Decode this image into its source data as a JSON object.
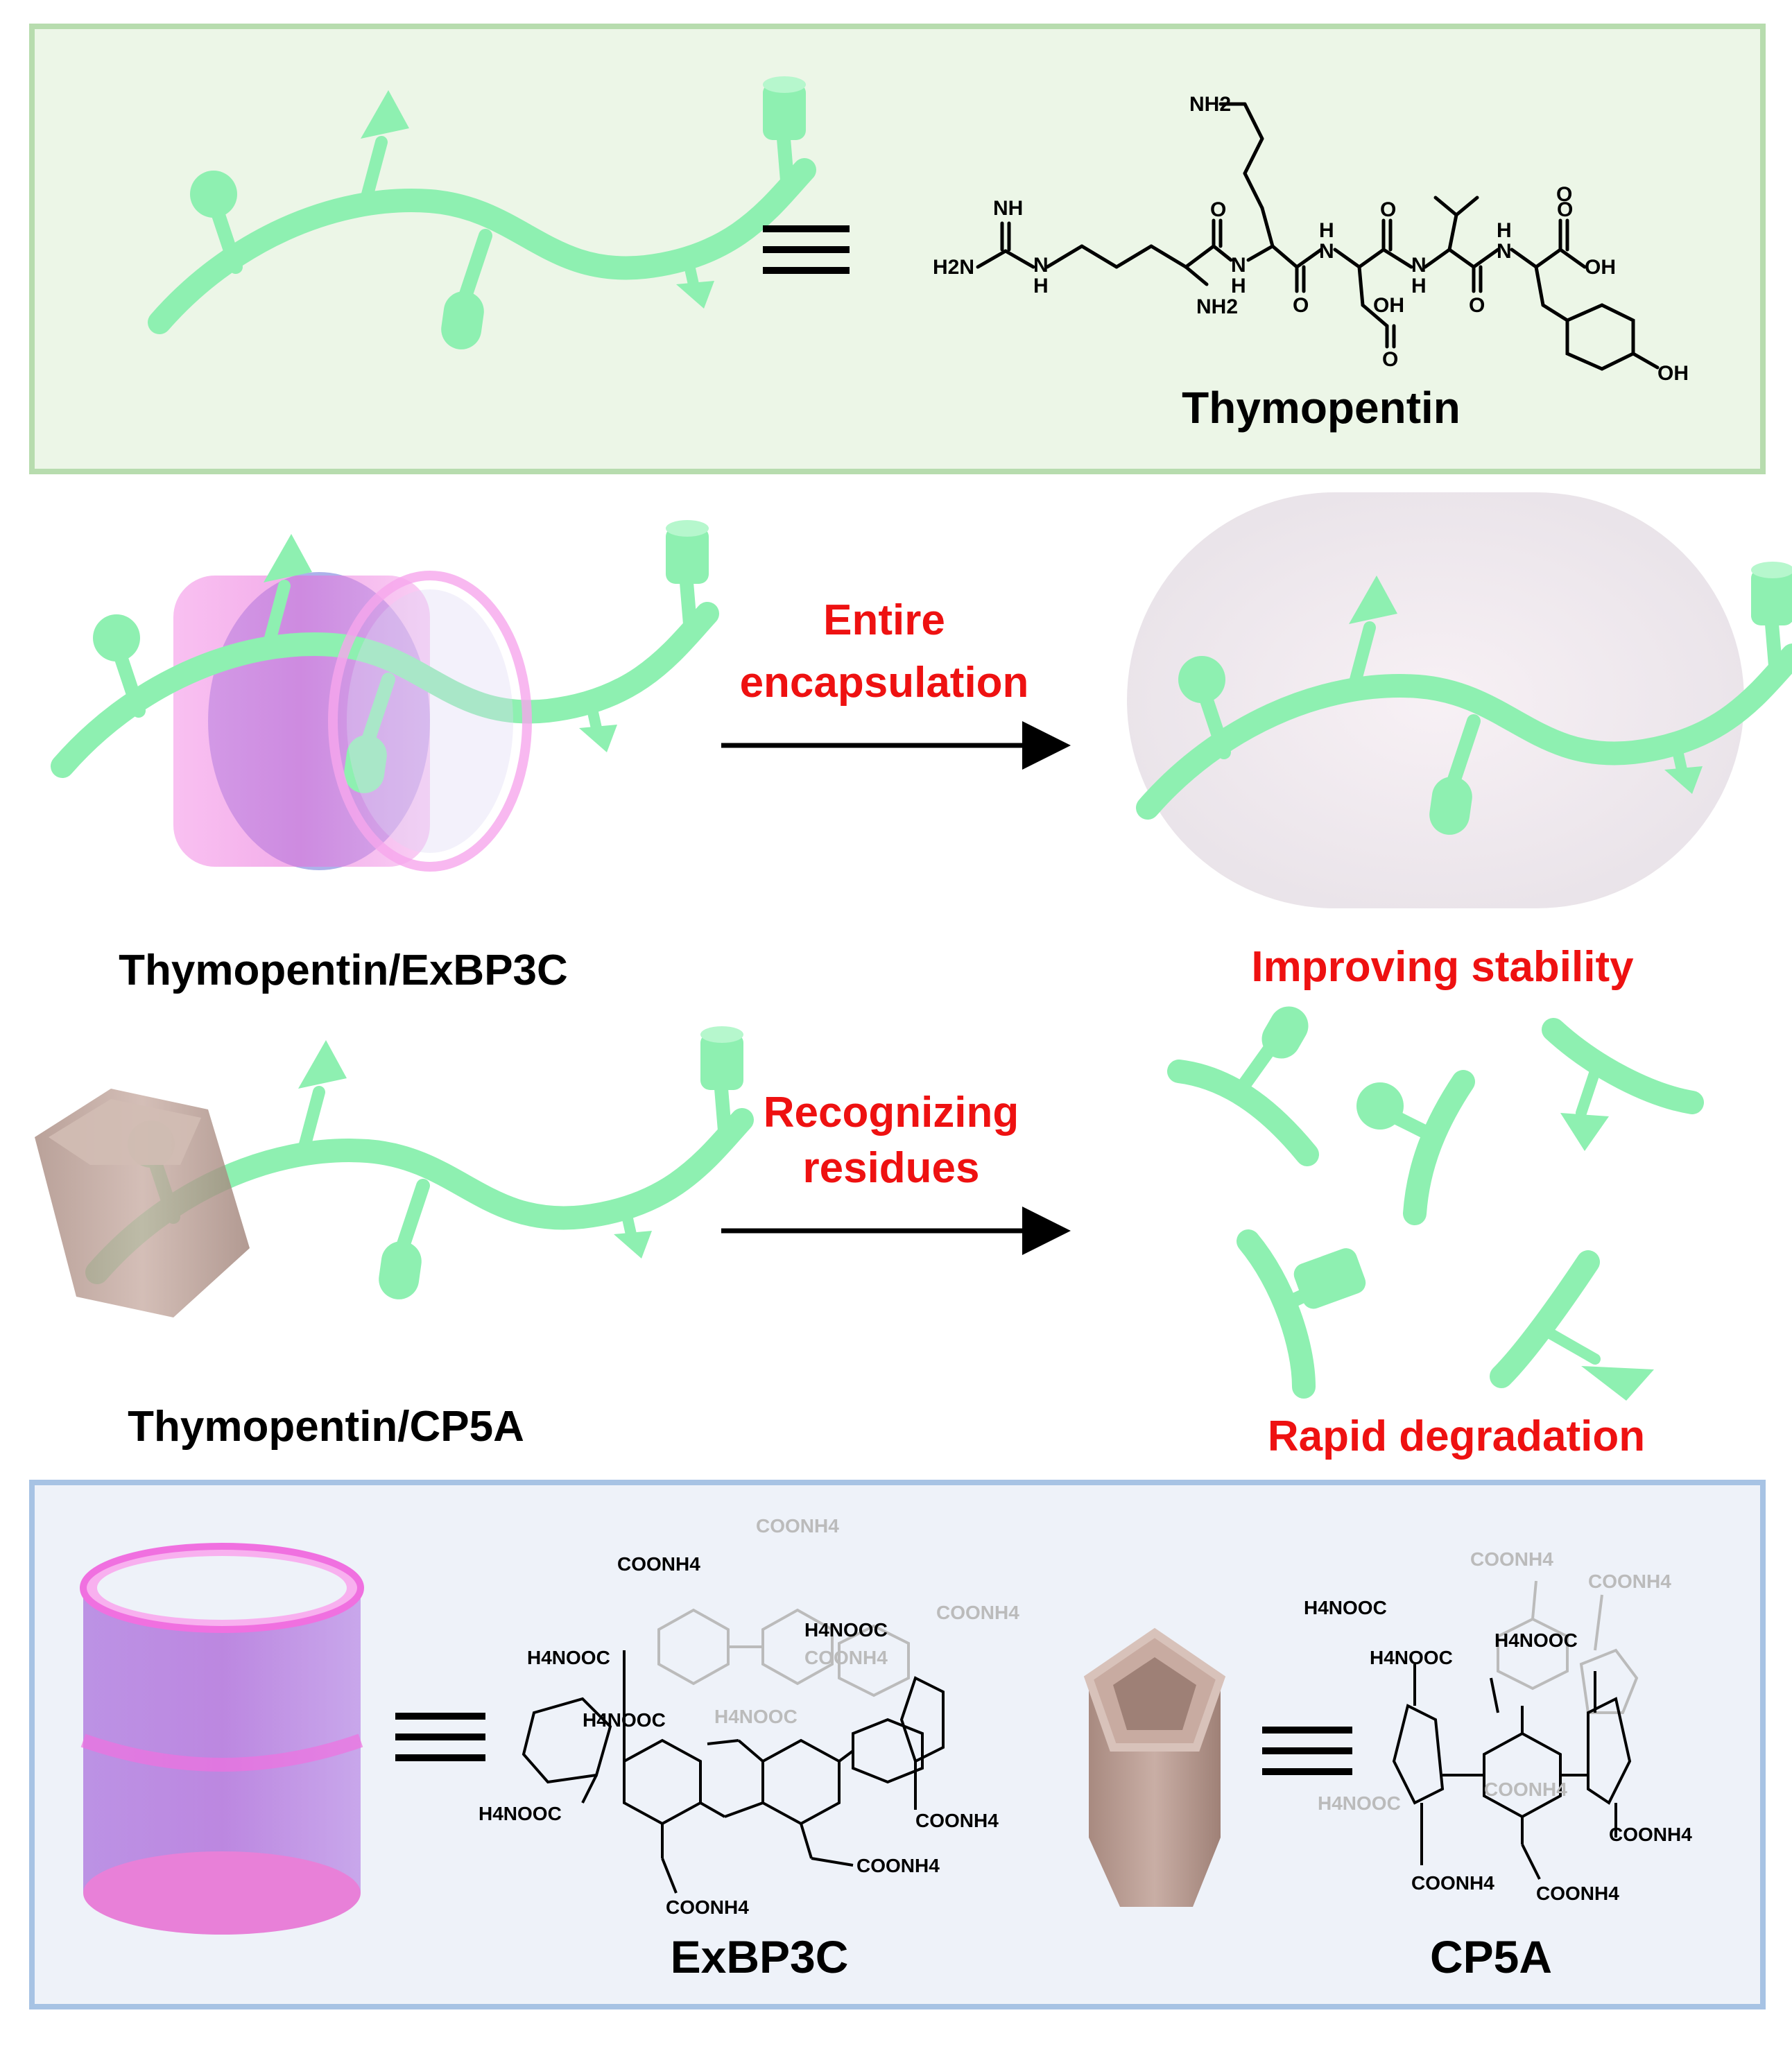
{
  "panels": {
    "top": {
      "fill": "#ecf6e7",
      "stroke": "#b7dcae"
    },
    "bottom": {
      "fill": "#eef2f9",
      "stroke": "#a7c3e4"
    }
  },
  "colors": {
    "peptide": "#8ef0b1",
    "red_text": "#ee1111",
    "ring_pink": "#f070e0",
    "ring_blue": "#6a72d8",
    "pillar": "#b89a90"
  },
  "thymopentin": {
    "name": "Thymopentin",
    "atoms": {
      "nh2_top": "NH2",
      "nh_guan": "NH",
      "h2n": "H2N",
      "n_h_left": "N",
      "h_left": "H",
      "nh2_low": "NH2",
      "o1": "O",
      "n1": "N",
      "h1": "H",
      "o2": "O",
      "n2": "N",
      "h2": "H",
      "o3": "O",
      "oh_asp": "OH",
      "o_asp": "O",
      "n3": "N",
      "h3": "H",
      "o4": "O",
      "o5": "O",
      "n4": "N",
      "h4": "H",
      "o6": "O",
      "oh_acid": "OH",
      "oh_phenol": "OH"
    }
  },
  "labels": {
    "exbp3c_complex": "Thymopentin/ExBP3C",
    "cp5a_complex": "Thymopentin/CP5A",
    "arrow1_line1": "Entire",
    "arrow1_line2": "encapsulation",
    "arrow2_line1": "Recognizing",
    "arrow2_line2": "residues",
    "result1": "Improving stability",
    "result2": "Rapid degradation",
    "exbp3c": "ExBP3C",
    "cp5a": "CP5A"
  },
  "exbp3c_groups": [
    "COONH4",
    "COONH4",
    "COONH4",
    "H4NOOC",
    "H4NOOC",
    "H4NOOC",
    "H4NOOC",
    "H4NOOC",
    "COONH4",
    "COONH4",
    "COONH4",
    "COONH4"
  ],
  "cp5a_groups": [
    "COONH4",
    "COONH4",
    "H4NOOC",
    "H4NOOC",
    "H4NOOC",
    "H4NOOC",
    "COONH4",
    "COONH4",
    "COONH4",
    "COONH4"
  ]
}
